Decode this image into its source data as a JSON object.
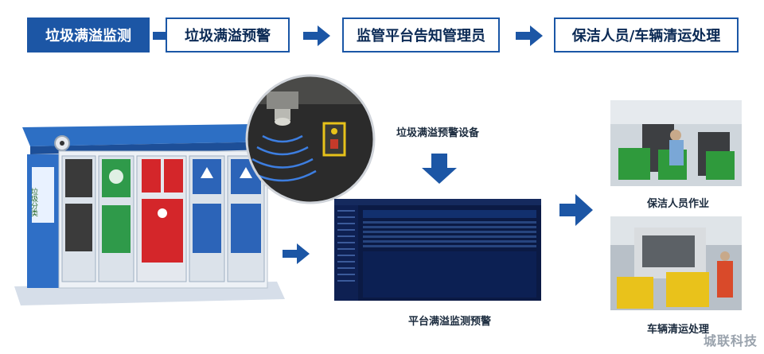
{
  "steps": [
    {
      "label": "垃圾满溢监测"
    },
    {
      "label": "垃圾满溢预警"
    },
    {
      "label": "监管平台告知管理员"
    },
    {
      "label": "保洁人员/车辆清运处理"
    }
  ],
  "labels": {
    "device": "垃圾满溢预警设备",
    "platform": "平台满溢监测预警",
    "cleaner": "保洁人员作业",
    "vehicle": "车辆清运处理"
  },
  "brand": "城联科技",
  "bin_signs": {
    "logo_text": "垃圾分类"
  },
  "colors": {
    "primary": "#1c56a5",
    "dark_text": "#0b2a55",
    "dashboard_bg": "#0b1a44"
  }
}
